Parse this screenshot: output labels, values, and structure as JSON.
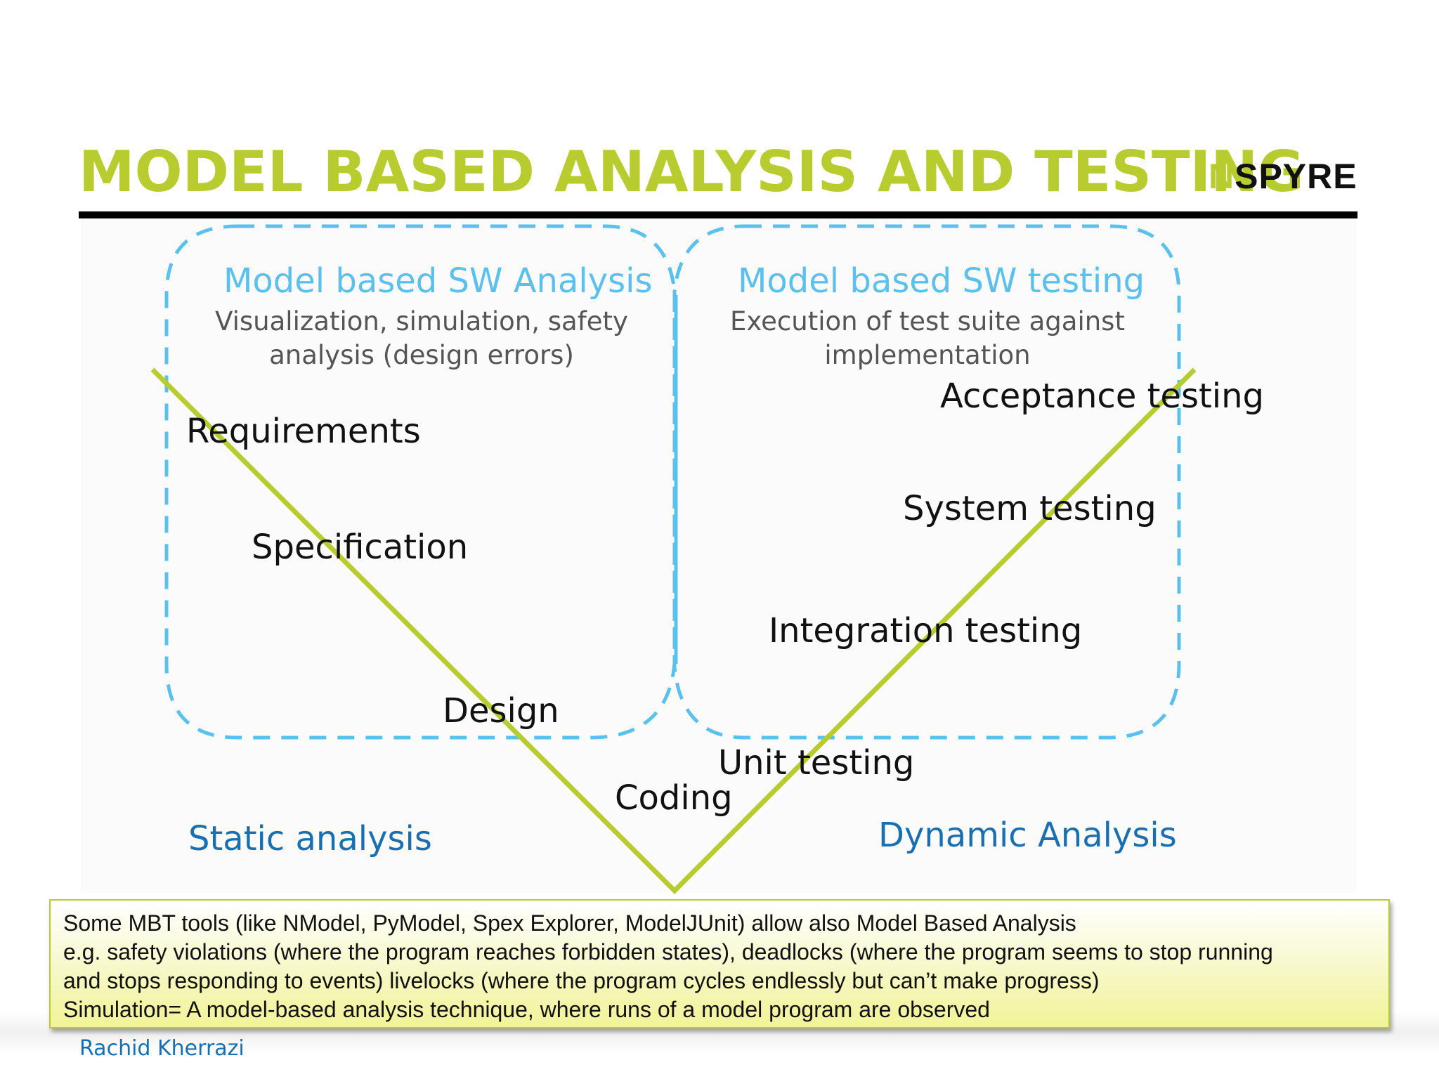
{
  "slide": {
    "title": "MODEL BASED ANALYSIS AND TESTING",
    "logo": {
      "accent": "N",
      "rest": "SPYRE"
    },
    "author": "Rachid Kherrazi"
  },
  "colors": {
    "accent_green": "#b8cc2f",
    "box_blue": "#5bc0eb",
    "analysis_blue": "#1a6fb0"
  },
  "diagram": {
    "left_box": {
      "title": "Model based SW Analysis",
      "subtitle_lines": [
        "Visualization, simulation, safety",
        "analysis (design errors)"
      ]
    },
    "right_box": {
      "title": "Model based SW testing",
      "subtitle_lines": [
        "Execution of test suite against",
        "implementation"
      ]
    },
    "stages": {
      "requirements": "Requirements",
      "specification": "Specification",
      "design": "Design",
      "coding": "Coding",
      "unit_testing": "Unit testing",
      "integration_testing": "Integration testing",
      "system_testing": "System  testing",
      "acceptance_testing": "Acceptance testing"
    },
    "static_label": "Static analysis",
    "dynamic_label": "Dynamic Analysis"
  },
  "note": {
    "lines": [
      "Some MBT tools (like NModel, PyModel, Spex Explorer, ModelJUnit) allow also Model Based Analysis",
      "e.g. safety violations  (where the program reaches forbidden states), deadlocks (where the program seems to stop running",
      "and stops responding to events) livelocks (where the program cycles endlessly but can’t make progress)",
      "Simulation= A model-based analysis technique, where runs of a model program are observed"
    ]
  }
}
